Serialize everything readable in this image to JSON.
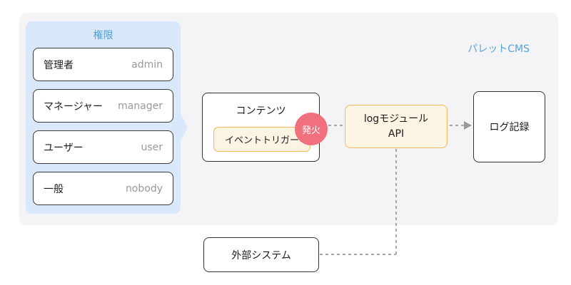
{
  "app": {
    "brand": "パレットCMS"
  },
  "colors": {
    "accent_blue": "#55a3db",
    "panel_blue": "#d9e8fb",
    "container_gray": "#f4f4f6",
    "orange_border": "#f2b860",
    "cream_fill": "#fcf4e2",
    "fire_red": "#f1707e",
    "muted_text": "#999999",
    "connector_gray": "#a6a6a6"
  },
  "permissions": {
    "title": "権限",
    "roles": [
      {
        "label": "管理者",
        "code": "admin"
      },
      {
        "label": "マネージャー",
        "code": "manager"
      },
      {
        "label": "ユーザー",
        "code": "user"
      },
      {
        "label": "一般",
        "code": "nobody"
      }
    ]
  },
  "content": {
    "title": "コンテンツ",
    "trigger_label": "イベントトリガー",
    "fire_badge": "発火"
  },
  "api": {
    "line1": "logモジュール",
    "line2": "API"
  },
  "log": {
    "label": "ログ記録"
  },
  "external": {
    "label": "外部システム"
  }
}
